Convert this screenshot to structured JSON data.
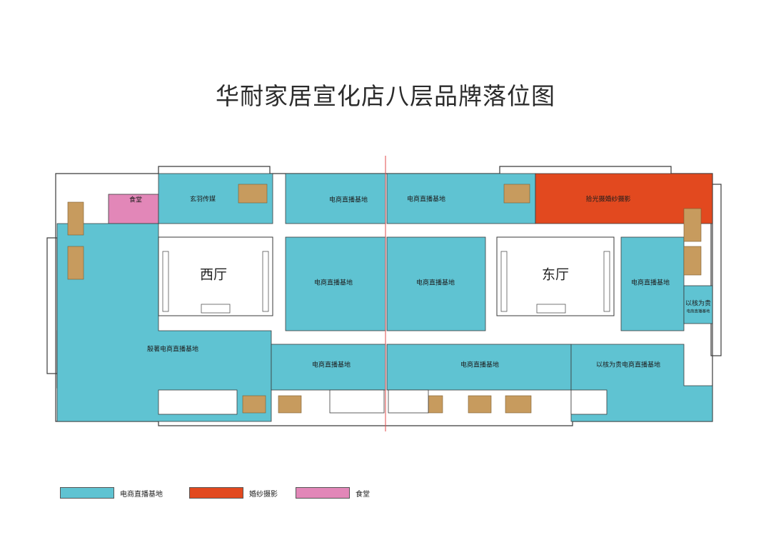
{
  "title": "华耐家居宣化店八层品牌落位图",
  "colors": {
    "ecommerce": "#5fc3d2",
    "wedding": "#e2491f",
    "canteen": "#e287b8",
    "wall": "#3a3a3a",
    "stairs": "#c79b5e",
    "divider": "#e04a4a"
  },
  "rooms": {
    "canteen": "食堂",
    "xuanyu": "玄羽传媒",
    "top_ec1": "电商直播基地",
    "top_ec2": "电商直播基地",
    "wedding": "拾光摄婚纱摄影",
    "center_ec1": "电商直播基地",
    "center_ec2": "电商直播基地",
    "east_ec": "电商直播基地",
    "yihe_small_1": "以核为贵",
    "yihe_small_2": "电商直播基地",
    "west_big": "殷著电商直播基地",
    "bottom_ec1": "电商直播基地",
    "bottom_ec2": "电商直播基地",
    "yihe_big": "以核为贵电商直播基地"
  },
  "halls": {
    "west": "西厅",
    "east": "东厅"
  },
  "legend": [
    {
      "label": "电商直播基地",
      "color": "#5fc3d2"
    },
    {
      "label": "婚纱摄影",
      "color": "#e2491f"
    },
    {
      "label": "食堂",
      "color": "#e287b8"
    }
  ]
}
